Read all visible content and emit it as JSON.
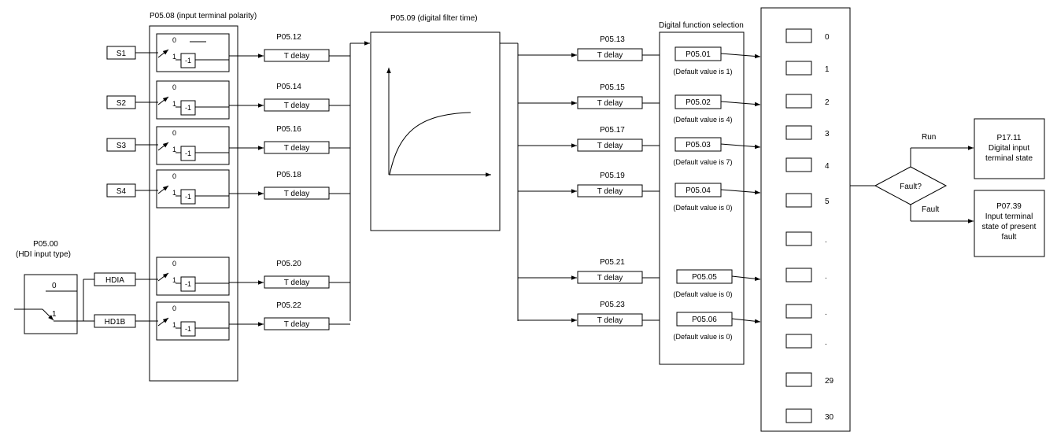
{
  "hdi": {
    "param": "P05.00",
    "desc": "(HDI input type)",
    "opt0": "0",
    "opt1": "1",
    "inputs": [
      "HDIA",
      "HD1B"
    ]
  },
  "polarity": {
    "title": "P05.08 (input terminal polarity)",
    "switch_pos0": "0",
    "switch_pos1": "1",
    "inverter": "-1"
  },
  "terminals": [
    {
      "name": "S1",
      "delay_param": "P05.12"
    },
    {
      "name": "S2",
      "delay_param": "P05.14"
    },
    {
      "name": "S3",
      "delay_param": "P05.16"
    },
    {
      "name": "S4",
      "delay_param": "P05.18"
    },
    {
      "name": "HDIA",
      "delay_param": "P05.20"
    },
    {
      "name": "HD1B",
      "delay_param": "P05.22"
    }
  ],
  "delay_label": "T delay",
  "filter": {
    "title": "P05.09 (digital filter time)"
  },
  "functions": {
    "title": "Digital function selection",
    "rows": [
      {
        "delay_param": "P05.13",
        "param": "P05.01",
        "default": "(Default value is 1)"
      },
      {
        "delay_param": "P05.15",
        "param": "P05.02",
        "default": "(Default value is 4)"
      },
      {
        "delay_param": "P05.17",
        "param": "P05.03",
        "default": "(Default value is 7)"
      },
      {
        "delay_param": "P05.19",
        "param": "P05.04",
        "default": "(Default value is 0)"
      },
      {
        "delay_param": "P05.21",
        "param": "P05.05",
        "default": "(Default value is 0)"
      },
      {
        "delay_param": "P05.23",
        "param": "P05.06",
        "default": "(Default value is 0)"
      }
    ]
  },
  "function_slots": [
    "0",
    "1",
    "2",
    "3",
    "4",
    "5",
    ".",
    ".",
    ".",
    ".",
    "29",
    "30"
  ],
  "decision": {
    "label": "Fault?",
    "run": "Run",
    "fault": "Fault"
  },
  "outputs": {
    "run_box": [
      "P17.11",
      "Digital input",
      "terminal state"
    ],
    "fault_box": [
      "P07.39",
      "Input terminal",
      "state of present",
      "fault"
    ]
  }
}
